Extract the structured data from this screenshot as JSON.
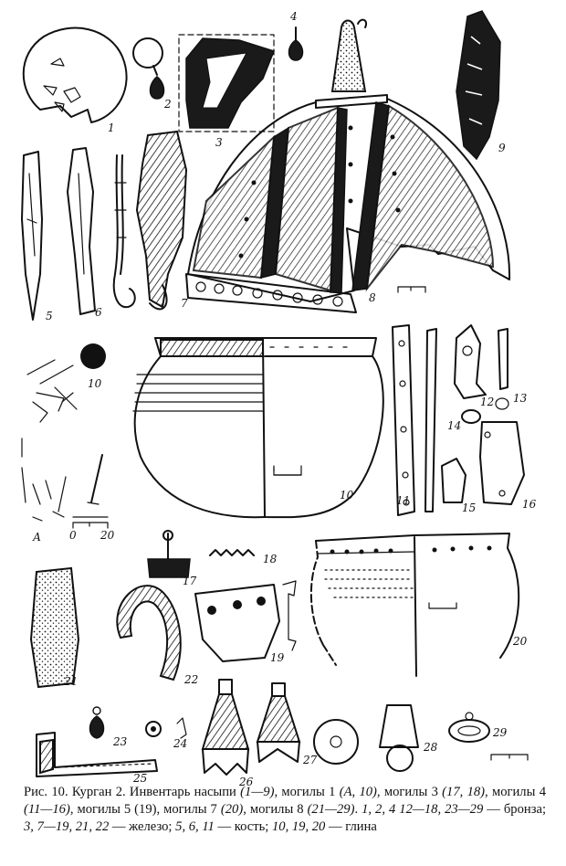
{
  "figure_labels": {
    "f1": "1",
    "f2": "2",
    "f3": "3",
    "f4": "4",
    "f5": "5",
    "f6": "6",
    "f7": "7",
    "f8": "8",
    "f9": "9",
    "f10a": "10",
    "f10b": "10",
    "f11": "11",
    "f12": "12",
    "f13": "13",
    "f14": "14",
    "f15": "15",
    "f16": "16",
    "f17": "17",
    "f18": "18",
    "f19": "19",
    "f20": "20",
    "f21": "21",
    "f22": "22",
    "f23": "23",
    "f24": "24",
    "f25": "25",
    "f26": "26",
    "f27": "27",
    "f28": "28",
    "f29": "29",
    "fA": "А"
  },
  "scale_labels": {
    "zero": "0",
    "twenty": "20"
  },
  "caption": {
    "p01": "Рис. 10. Курган 2. Инвентарь насыпи ",
    "p02": "(1—9)",
    "p03": ", могилы 1 ",
    "p04": "(А, 10)",
    "p05": ", могилы 3 ",
    "p06": "(17, 18)",
    "p07": ", могилы 4 ",
    "p08": "(11—16)",
    "p09": ", могилы 5 (19), могилы 7 ",
    "p10": "(20)",
    "p11": ", могилы 8 ",
    "p12": "(21—29)",
    "p13": ". ",
    "p14": "1, 2, 4  12—18, 23—29",
    "p15": " — бронза; ",
    "p16": "3, 7—19, 21,  22",
    "p17": " — железо; ",
    "p18": "5, 6, 11",
    "p19": " — кость; ",
    "p20": "10, 19, 20",
    "p21": " — глина"
  }
}
